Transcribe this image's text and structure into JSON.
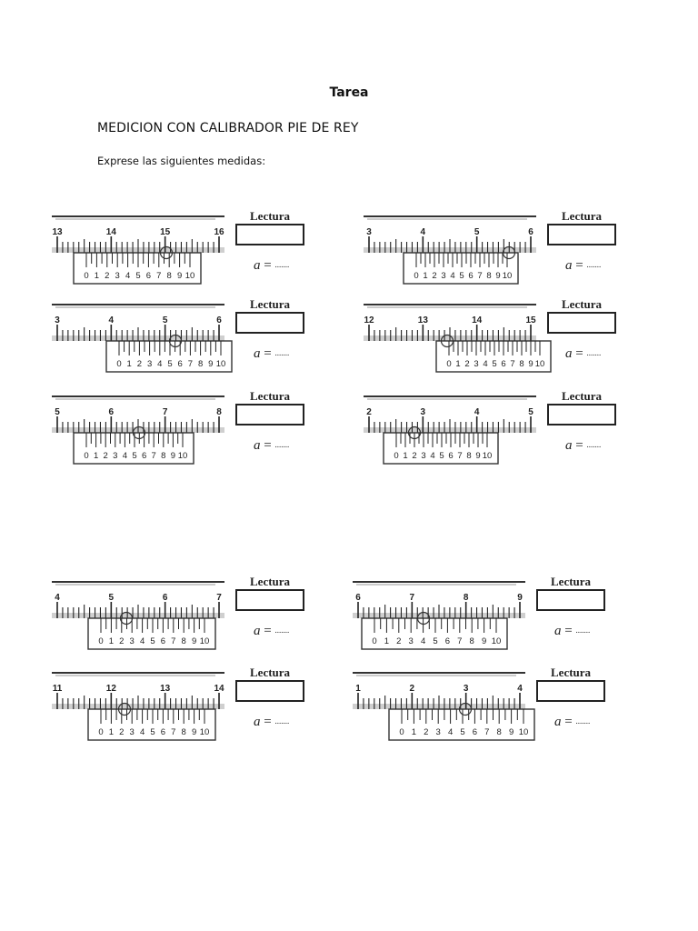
{
  "header": {
    "title": "Tarea",
    "subtitle": "MEDICION CON CALIBRADOR PIE DE REY",
    "instruction": "Exprese las siguientes medidas:"
  },
  "exercise_common": {
    "lectura_label": "Lectura",
    "a_symbol": "a",
    "a_equals": "=",
    "a_blank": "......."
  },
  "exercises": [
    {
      "id": 1,
      "main_scale_labels": [
        "13",
        "14",
        "15",
        "16"
      ],
      "vernier_labels": [
        "0",
        "1",
        "2",
        "3",
        "4",
        "5",
        "6",
        "7",
        "8",
        "9",
        "10"
      ]
    },
    {
      "id": 2,
      "main_scale_labels": [
        "3",
        "4",
        "5",
        "6"
      ],
      "vernier_labels": [
        "0",
        "1",
        "2",
        "3",
        "4",
        "5",
        "6",
        "7",
        "8",
        "9",
        "10"
      ]
    },
    {
      "id": 3,
      "main_scale_labels": [
        "3",
        "4",
        "5",
        "6"
      ],
      "vernier_labels": [
        "0",
        "1",
        "2",
        "3",
        "4",
        "5",
        "6",
        "7",
        "8",
        "9",
        "10"
      ]
    },
    {
      "id": 4,
      "main_scale_labels": [
        "12",
        "13",
        "14",
        "15"
      ],
      "vernier_labels": [
        "0",
        "1",
        "2",
        "3",
        "4",
        "5",
        "6",
        "7",
        "8",
        "9",
        "10"
      ]
    },
    {
      "id": 5,
      "main_scale_labels": [
        "5",
        "6",
        "7",
        "8"
      ],
      "vernier_labels": [
        "0",
        "1",
        "2",
        "3",
        "4",
        "5",
        "6",
        "7",
        "8",
        "9",
        "10"
      ]
    },
    {
      "id": 6,
      "main_scale_labels": [
        "2",
        "3",
        "4",
        "5"
      ],
      "vernier_labels": [
        "0",
        "1",
        "2",
        "3",
        "4",
        "5",
        "6",
        "7",
        "8",
        "9",
        "10"
      ]
    },
    {
      "id": 7,
      "main_scale_labels": [
        "4",
        "5",
        "6",
        "7"
      ],
      "vernier_labels": [
        "0",
        "1",
        "2",
        "3",
        "4",
        "5",
        "6",
        "7",
        "8",
        "9",
        "10"
      ]
    },
    {
      "id": 8,
      "main_scale_labels": [
        "6",
        "7",
        "8",
        "9"
      ],
      "vernier_labels": [
        "0",
        "1",
        "2",
        "3",
        "4",
        "5",
        "6",
        "7",
        "8",
        "9",
        "10"
      ]
    },
    {
      "id": 9,
      "main_scale_labels": [
        "11",
        "12",
        "13",
        "14"
      ],
      "vernier_labels": [
        "0",
        "1",
        "2",
        "3",
        "4",
        "5",
        "6",
        "7",
        "8",
        "9",
        "10"
      ]
    },
    {
      "id": 10,
      "main_scale_labels": [
        "1",
        "2",
        "3",
        "4"
      ],
      "vernier_labels": [
        "0",
        "1",
        "2",
        "3",
        "4",
        "5",
        "6",
        "7",
        "8",
        "9",
        "10"
      ]
    }
  ]
}
